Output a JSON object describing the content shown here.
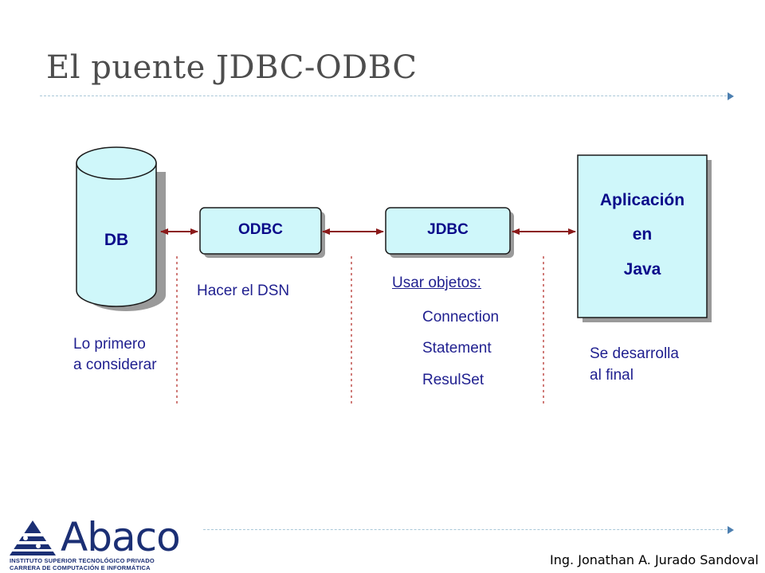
{
  "slide": {
    "title": "El puente JDBC-ODBC",
    "footer": "Ing. Jonathan A. Jurado Sandoval"
  },
  "logo": {
    "name": "Abaco",
    "line1": "INSTITUTO SUPERIOR TECNOLÓGICO PRIVADO",
    "line2": "CARRERA DE COMPUTACIÓN E INFORMÁTICA"
  },
  "diagram": {
    "nodes": {
      "db": "DB",
      "odbc": "ODBC",
      "jdbc": "JDBC",
      "app": [
        "Aplicación",
        "en",
        "Java"
      ]
    },
    "notes": {
      "db": [
        "Lo primero",
        "a considerar"
      ],
      "odbc": "Hacer el DSN",
      "jdbc": {
        "heading": "Usar objetos:",
        "items": [
          "Connection",
          "Statement",
          "ResulSet"
        ]
      },
      "app": [
        "Se desarrolla",
        "al final"
      ]
    },
    "colors": {
      "box_fill": "#cff7fa",
      "box_stroke": "#1a1a1a",
      "shadow": "#8f8f8f",
      "arrow": "#8b1a1a",
      "separator": "#c0504d",
      "text": "#1f1f8f"
    }
  }
}
